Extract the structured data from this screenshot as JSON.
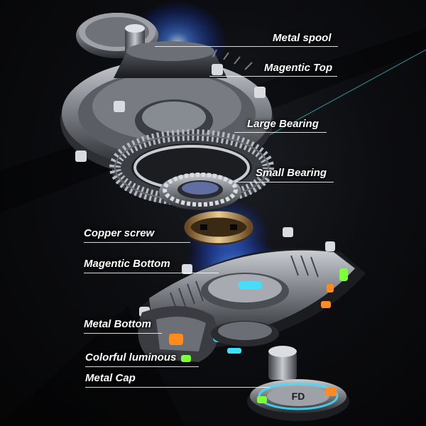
{
  "labels": {
    "metal_spool": "Metal spool",
    "magnetic_top": "Magentic Top",
    "large_bearing": "Large Bearing",
    "small_bearing": "Small Bearing",
    "copper_screw": "Copper screw",
    "magnetic_bottom": "Magentic Bottom",
    "metal_bottom": "Metal Bottom",
    "colorful_luminous": "Colorful luminous",
    "metal_cap": "Metal Cap"
  },
  "cap_logo": "FD",
  "colors": {
    "background": "#070809",
    "glow": "#3a7bff",
    "metal": "#8a8d92",
    "metal_light": "#d6d8dc",
    "led_cyan": "#3fe0ff",
    "led_orange": "#ff8a1e",
    "led_green": "#7dff3a",
    "copper": "#c9a36a"
  }
}
